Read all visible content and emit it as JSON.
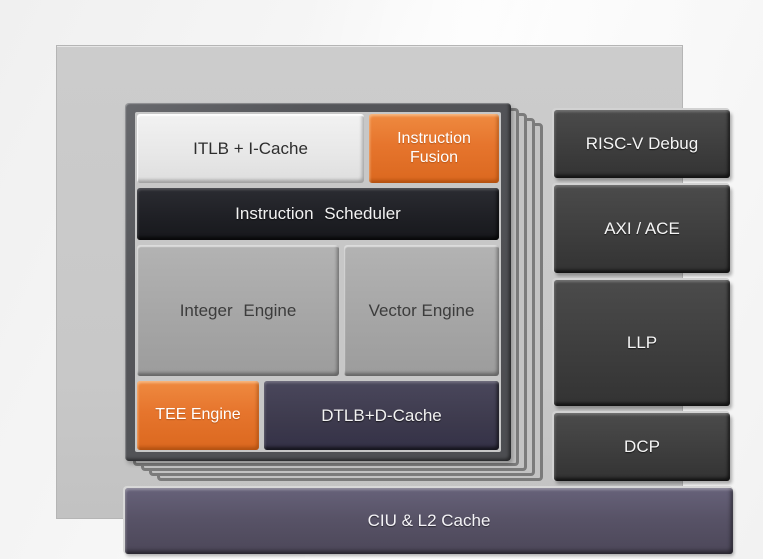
{
  "diagram": {
    "core": {
      "itlb_label": "ITLB + I-Cache",
      "fusion_label": "Instruction Fusion",
      "scheduler_label": "Instruction Scheduler",
      "integer_label": "Integer Engine",
      "vector_label": "Vector Engine",
      "tee_label": "TEE Engine",
      "dtlb_label": "DTLB+D-Cache"
    },
    "right_column": [
      {
        "label": "RISC-V Debug"
      },
      {
        "label": "AXI / ACE"
      },
      {
        "label": "LLP"
      },
      {
        "label": "DCP"
      }
    ],
    "bottom_bar_label": "CIU & L2 Cache",
    "colors": {
      "accent_orange": "#e6752d",
      "scheduler_black": "#1f2025",
      "slate_purple": "#3e3b4e",
      "bar_purple": "#585367",
      "io_block_gray": "#3f3f3f",
      "engine_gray": "#a6a6a6",
      "cache_light": "#e9e9e9",
      "panel_gray": "#c8c8c8",
      "core_frame_gray": "#55565a"
    }
  }
}
